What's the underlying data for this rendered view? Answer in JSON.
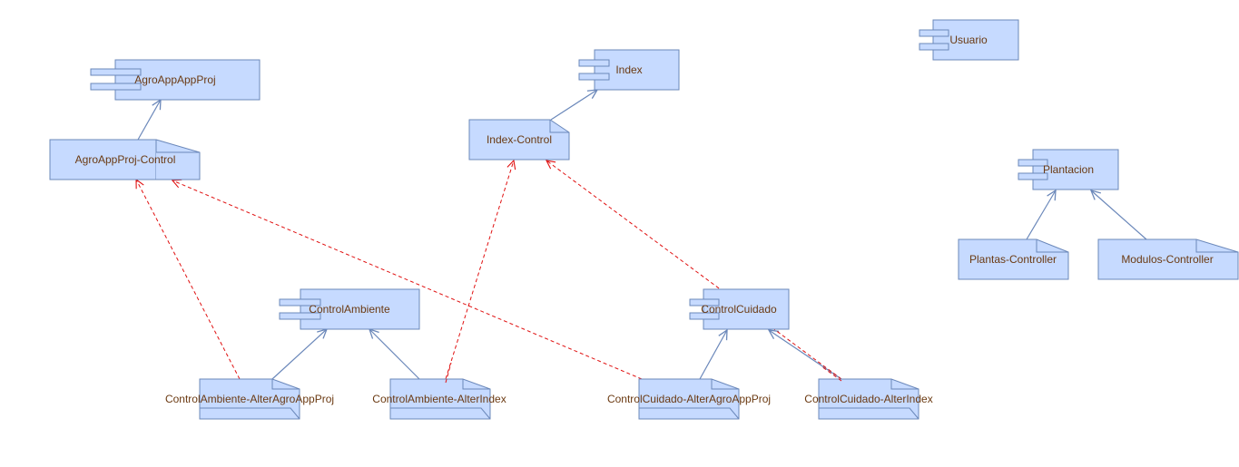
{
  "colors": {
    "fill": "#c6daff",
    "stroke": "#6b88ba",
    "text": "#6b3a12",
    "dependency": "#e01010"
  },
  "components": {
    "agroappappproj": "AgroAppAppProj",
    "index": "Index",
    "usuario": "Usuario",
    "plantacion": "Plantacion",
    "controlambiente": "ControlAmbiente",
    "controlcuidado": "ControlCuidado"
  },
  "documents": {
    "agroappproj_control": "AgroAppProj-Control",
    "index_control": "Index-Control",
    "plantas_controller": "Plantas-Controller",
    "modulos_controller": "Modulos-Controller"
  },
  "tapes": {
    "ca_alteragro": "ControlAmbiente-AlterAgroAppProj",
    "ca_alterindex": "ControlAmbiente-AlterIndex",
    "cc_alteragro": "ControlCuidado-AlterAgroAppProj",
    "cc_alterindex": "ControlCuidado-AlterIndex"
  }
}
